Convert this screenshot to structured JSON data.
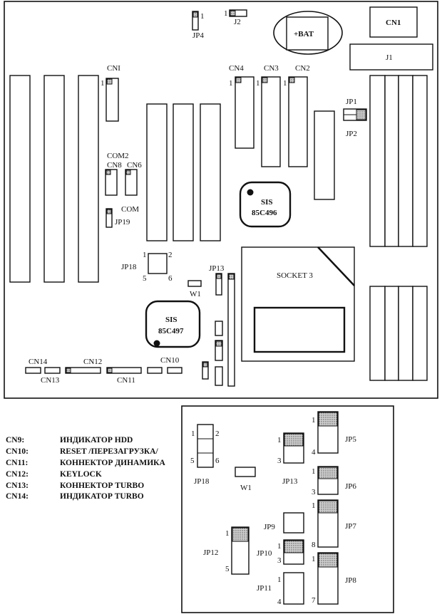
{
  "board": {
    "battery": "+BAT",
    "chip1": {
      "line1": "SIS",
      "line2": "85C496"
    },
    "chip2": {
      "line1": "SIS",
      "line2": "85C497"
    },
    "socket": "SOCKET 3",
    "labels": {
      "cn1_top": "CN1",
      "j1": "J1",
      "j2": "J2",
      "jp4": "JP4",
      "cni": "CNI",
      "cn4": "CN4",
      "cn3": "CN3",
      "cn2": "CN2",
      "jp1": "JP1",
      "jp2": "JP2",
      "com2": "COM2",
      "cn8": "CN8",
      "cn6": "CN6",
      "com": "COM",
      "jp19": "JP19",
      "jp18": "JP18",
      "jp13": "JP13",
      "w1": "W1",
      "cn14": "CN14",
      "cn13": "CN13",
      "cn12": "CN12",
      "cn11": "CN11",
      "cn10": "CN10"
    },
    "pin_numbers": {
      "one": "1",
      "two": "2",
      "five": "5",
      "six": "6"
    }
  },
  "legend": [
    {
      "code": "CN9:",
      "text": "ИНДИКАТОР HDD"
    },
    {
      "code": "CN10:",
      "text": "RESET /ПЕРЕЗАГРУЗКА/"
    },
    {
      "code": "CN11:",
      "text": "КОННЕКТОР ДИНАМИКА"
    },
    {
      "code": "CN12:",
      "text": "KEYLOCK"
    },
    {
      "code": "CN13:",
      "text": "КОННЕКТОР TURBO"
    },
    {
      "code": "CN14:",
      "text": "ИНДИКАТОР TURBO"
    }
  ],
  "detail": {
    "jp18": "JP18",
    "w1": "W1",
    "jp13": "JP13",
    "jp5": "JP5",
    "jp6": "JP6",
    "jp7": "JP7",
    "jp8": "JP8",
    "jp9": "JP9",
    "jp10": "JP10",
    "jp11": "JP11",
    "jp12": "JP12",
    "n1": "1",
    "n2": "2",
    "n3": "3",
    "n4": "4",
    "n5": "5",
    "n6": "6",
    "n7": "7",
    "n8": "8"
  }
}
